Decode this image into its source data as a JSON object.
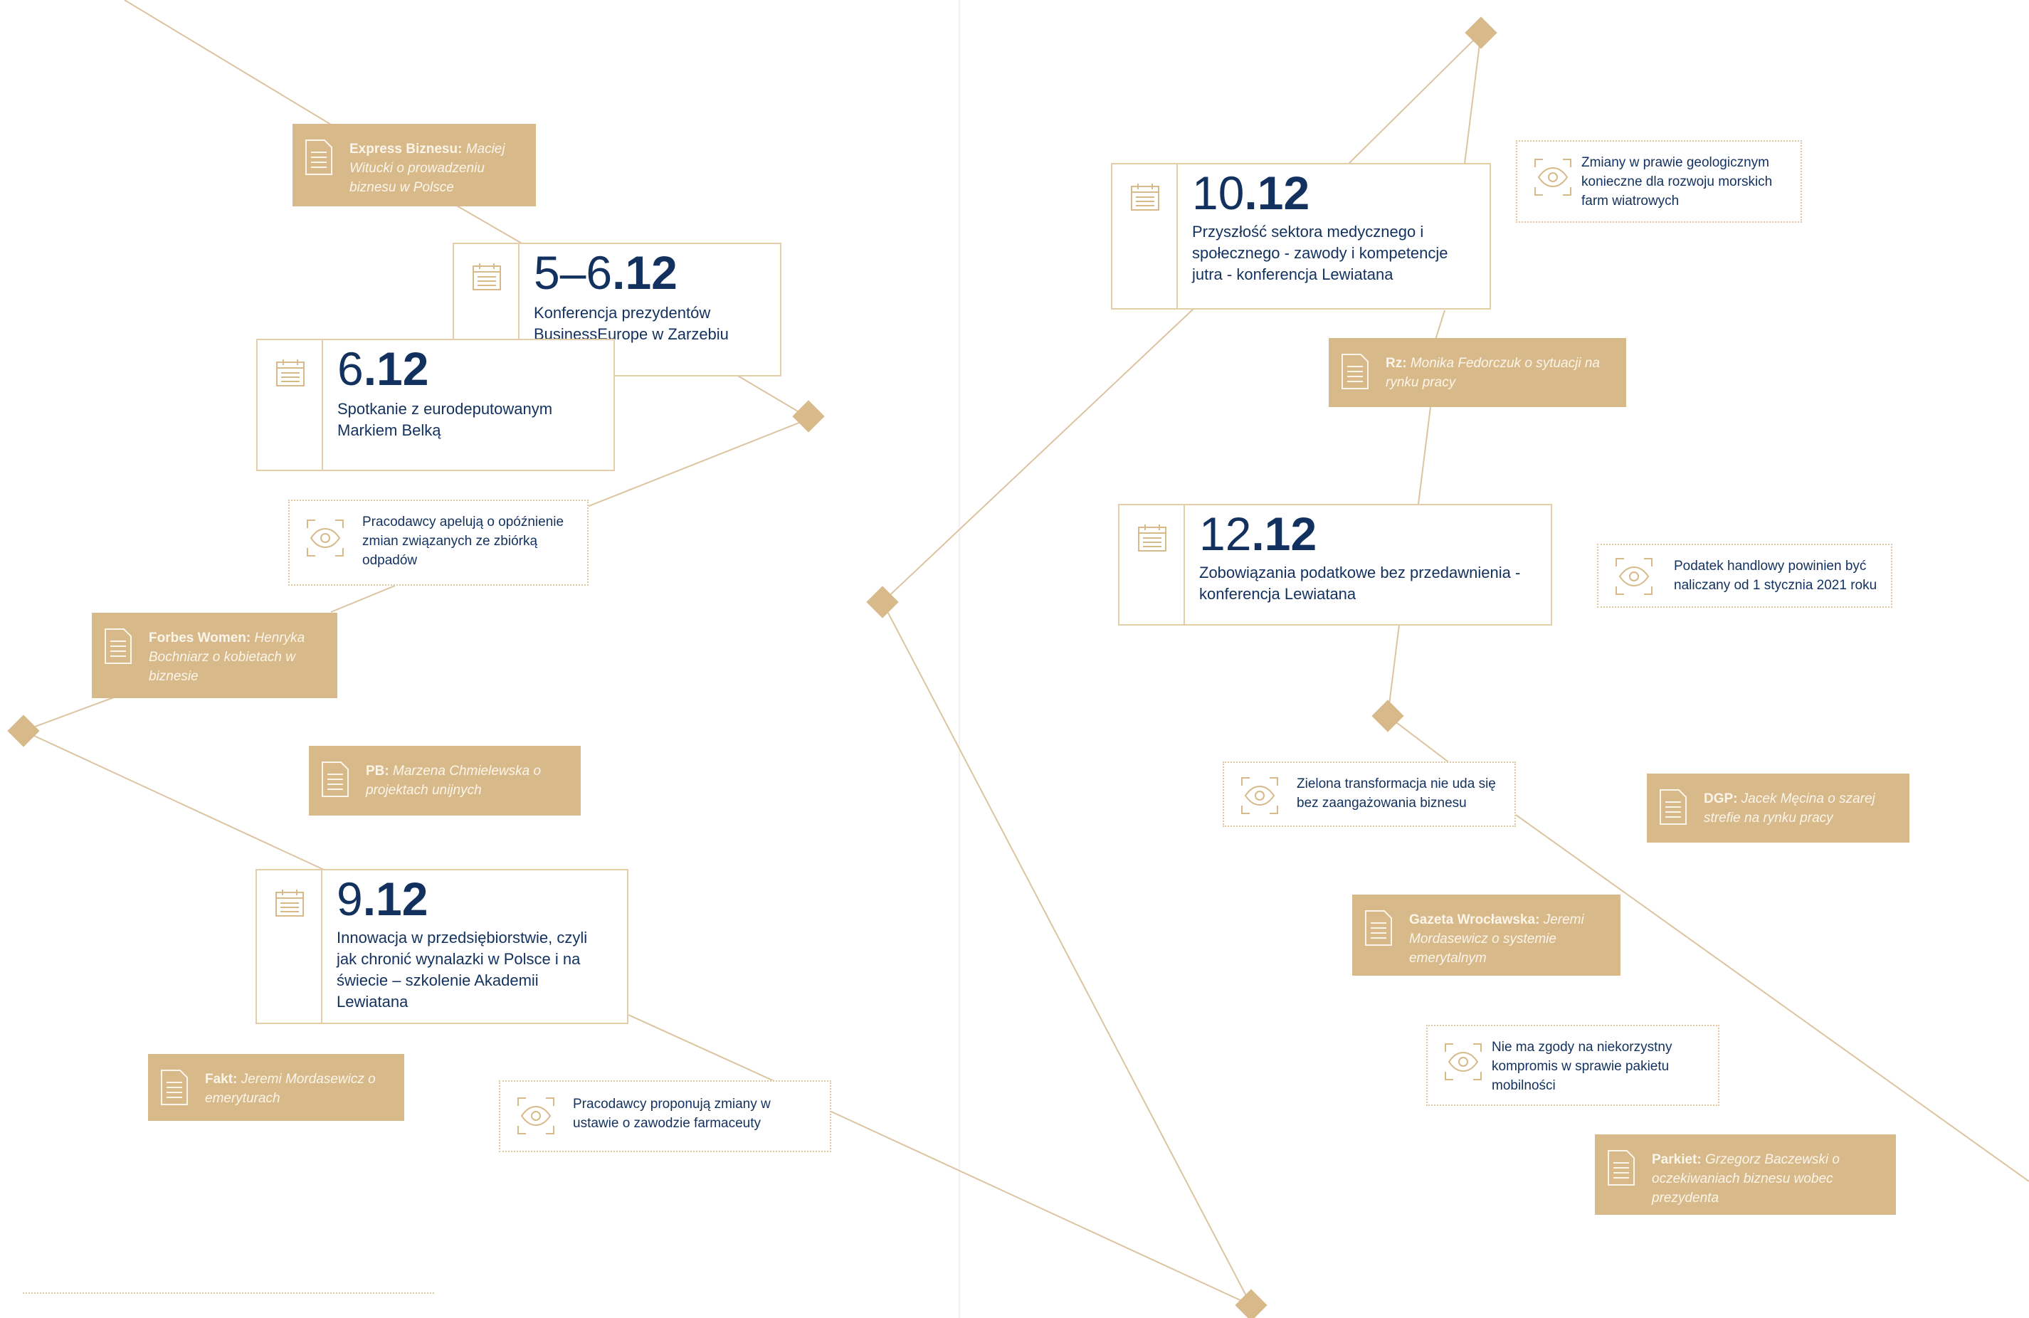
{
  "colors": {
    "accent": "#d7b98a",
    "line": "#dcc4a0",
    "navy": "#12315e",
    "press_text": "#fbf5ea"
  },
  "events": [
    {
      "id": "ev-5-6",
      "day": "5–6",
      "month": ".12",
      "title": "Konferencja prezydentów BusinessEurope w Zarzebiu"
    },
    {
      "id": "ev-6",
      "day": "6",
      "month": ".12",
      "title": "Spotkanie z eurodeputowanym Markiem Belką"
    },
    {
      "id": "ev-9",
      "day": "9",
      "month": ".12",
      "title": "Innowacja w przedsiębiorstwie, czyli jak chronić wynalazki w Polsce i na świecie – szkolenie Akademii Lewiatana"
    },
    {
      "id": "ev-10",
      "day": "10",
      "month": ".12",
      "title": "Przyszłość sektora medycznego i społecznego - zawody i kompetencje jutra - konferencja Lewiatana"
    },
    {
      "id": "ev-12",
      "day": "12",
      "month": ".12",
      "title": "Zobowiązania podatkowe bez przedawnienia - konferencja Lewiatana"
    }
  ],
  "press": [
    {
      "id": "pr-express",
      "source": "Express Biznesu:",
      "headline": "Maciej Witucki o prowadzeniu biznesu w Polsce",
      "icon": "document-icon"
    },
    {
      "id": "pr-forbes",
      "source": "Forbes Women:",
      "headline": "Henryka Bochniarz o kobietach w biznesie",
      "icon": "document-icon"
    },
    {
      "id": "pr-pb",
      "source": "PB:",
      "headline": "Marzena Chmielewska o projektach unijnych",
      "icon": "document-icon"
    },
    {
      "id": "pr-fakt",
      "source": "Fakt:",
      "headline": "Jeremi Mordasewicz o emeryturach",
      "icon": "document-icon"
    },
    {
      "id": "pr-rz",
      "source": "Rz:",
      "headline": "Monika Fedorczuk o sytuacji na rynku pracy",
      "icon": "document-icon"
    },
    {
      "id": "pr-dgp",
      "source": "DGP:",
      "headline": "Jacek Męcina o szarej strefie na rynku pracy",
      "icon": "document-icon"
    },
    {
      "id": "pr-gazeta",
      "source": "Gazeta Wrocławska:",
      "headline": "Jeremi Mordasewicz o systemie emerytalnym",
      "icon": "document-icon"
    },
    {
      "id": "pr-parkiet",
      "source": "Parkiet:",
      "headline": "Grzegorz Baczewski o oczekiwaniach biznesu wobec prezydenta",
      "icon": "document-icon"
    }
  ],
  "notes": [
    {
      "id": "nt-odpadow",
      "text": "Pracodawcy apelują o opóźnienie zmian związanych ze zbiórką odpadów",
      "icon": "eye-icon"
    },
    {
      "id": "nt-farmaceuty",
      "text": "Pracodawcy proponują zmiany w ustawie o  zawodzie farmaceuty",
      "icon": "eye-icon"
    },
    {
      "id": "nt-geologiczne",
      "text": "Zmiany w prawie geologicznym konieczne dla rozwoju morskich farm wiatrowych",
      "icon": "eye-icon"
    },
    {
      "id": "nt-podatek",
      "text": "Podatek handlowy powinien być naliczany od 1 stycznia 2021 roku",
      "icon": "eye-icon"
    },
    {
      "id": "nt-zielona",
      "text": "Zielona transformacja nie uda się bez zaangażowania biznesu",
      "icon": "eye-icon"
    },
    {
      "id": "nt-mobilnosci",
      "text": "Nie ma zgody na niekorzystny kompromis w  sprawie pakietu mobilności",
      "icon": "eye-icon"
    }
  ]
}
